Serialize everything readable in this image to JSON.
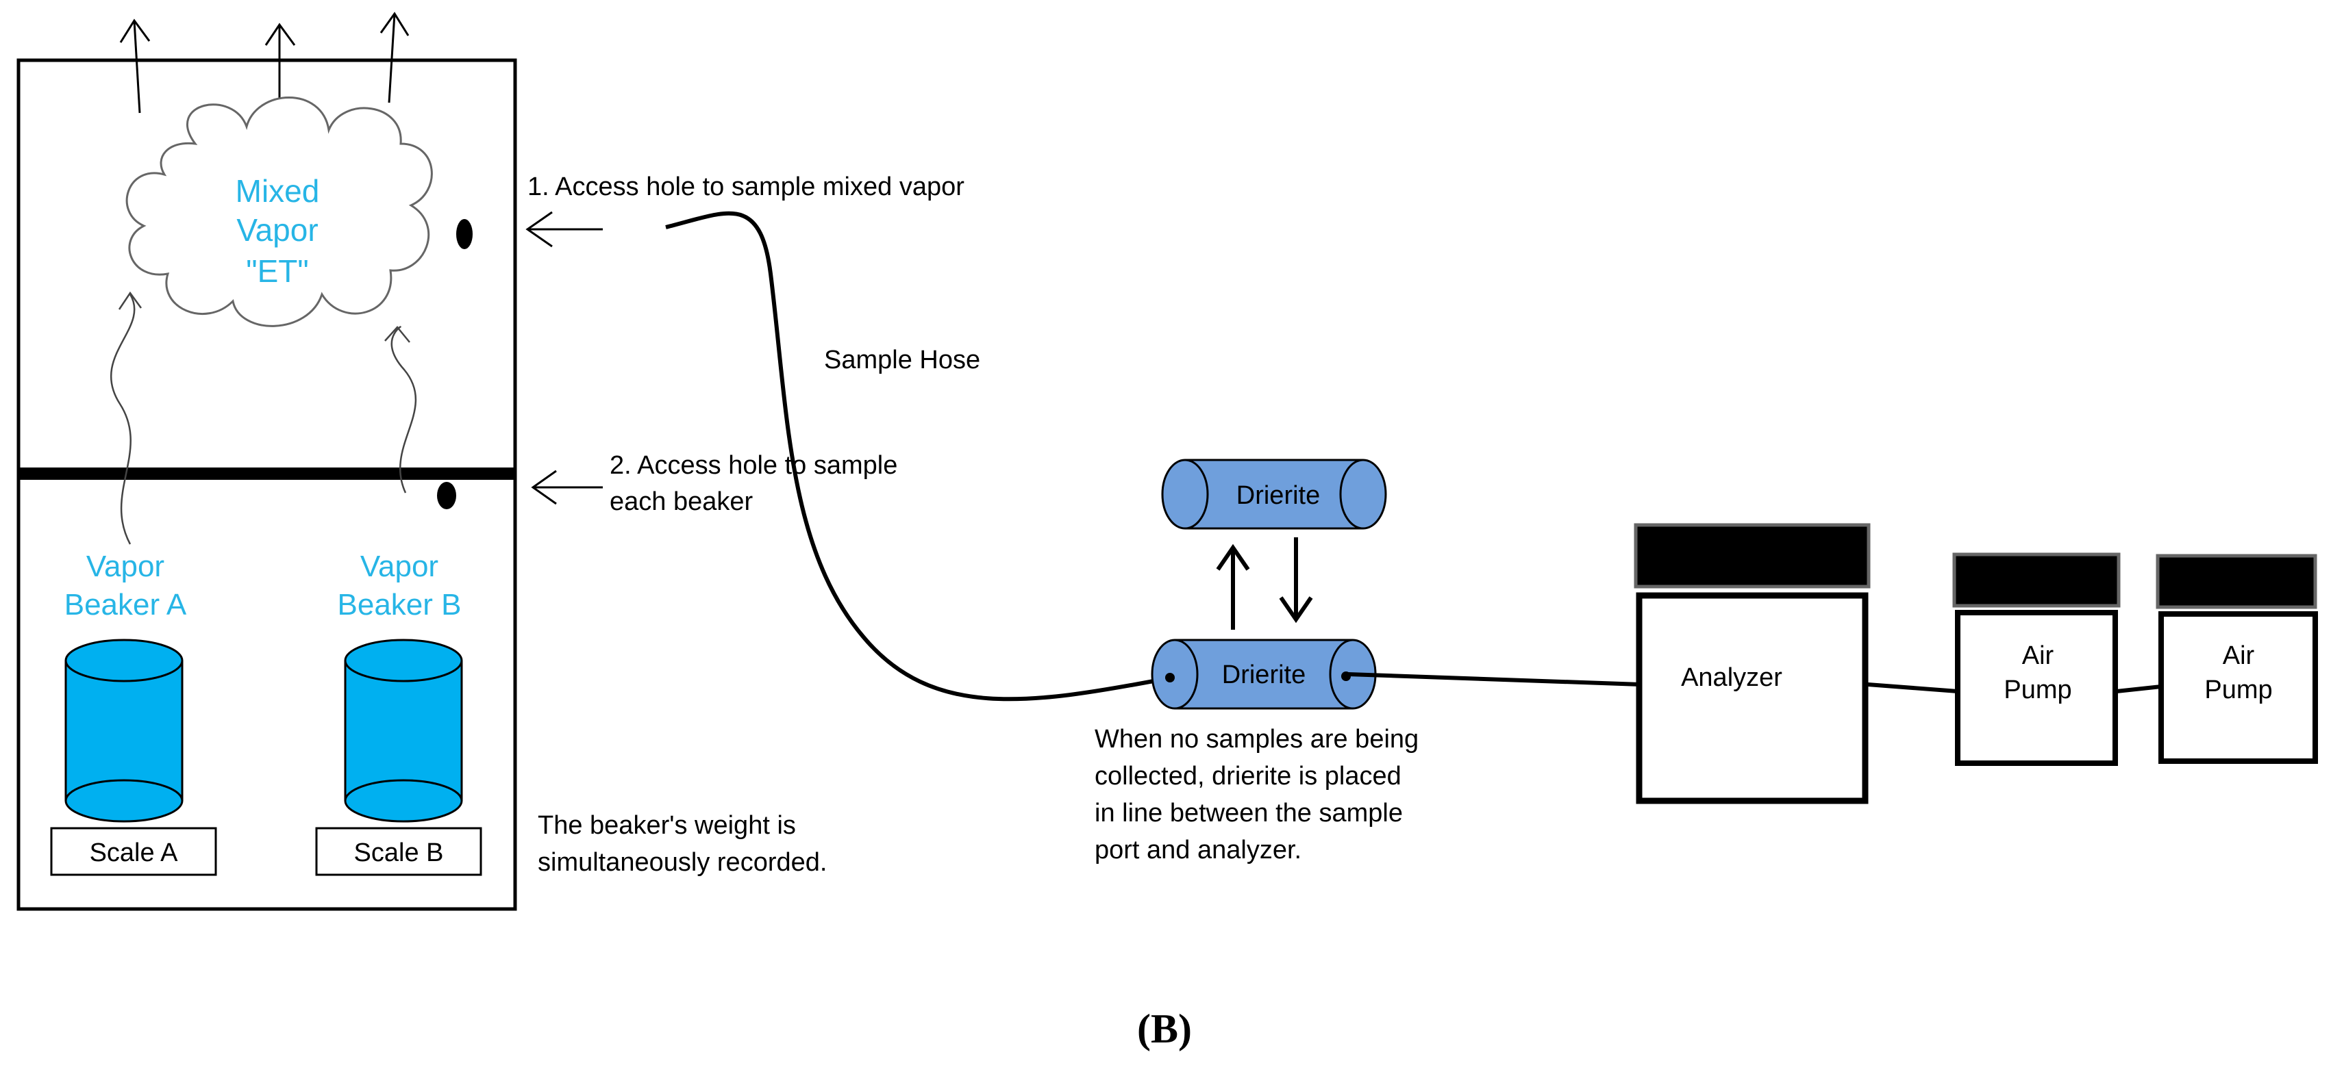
{
  "colors": {
    "accent_text": "#27B5E6",
    "beaker_fill": "#00B0F0",
    "drierite_fill": "#6F9FDC",
    "line": "#000000",
    "cloud_stroke": "#666666"
  },
  "chamber": {
    "cloud_label": [
      "Mixed",
      "Vapor",
      "\"ET\""
    ],
    "beaker_a_label": [
      "Vapor",
      "Beaker A"
    ],
    "beaker_b_label": [
      "Vapor",
      "Beaker B"
    ],
    "scale_a": "Scale A",
    "scale_b": "Scale B"
  },
  "annotations": {
    "access_hole_1": "1. Access hole to sample mixed vapor",
    "access_hole_2": [
      "2. Access hole to sample",
      "each beaker"
    ],
    "sample_hose": "Sample Hose",
    "weight_note": [
      "The beaker's weight is",
      "simultaneously recorded."
    ],
    "drierite_note": [
      "When no samples are being",
      "collected, drierite is placed",
      "in line between the sample",
      "port and analyzer."
    ]
  },
  "equipment": {
    "drierite_top": "Drierite",
    "drierite_inline": "Drierite",
    "analyzer": "Analyzer",
    "air_pump_1": [
      "Air",
      "Pump"
    ],
    "air_pump_2": [
      "Air",
      "Pump"
    ]
  },
  "caption": "(B)"
}
